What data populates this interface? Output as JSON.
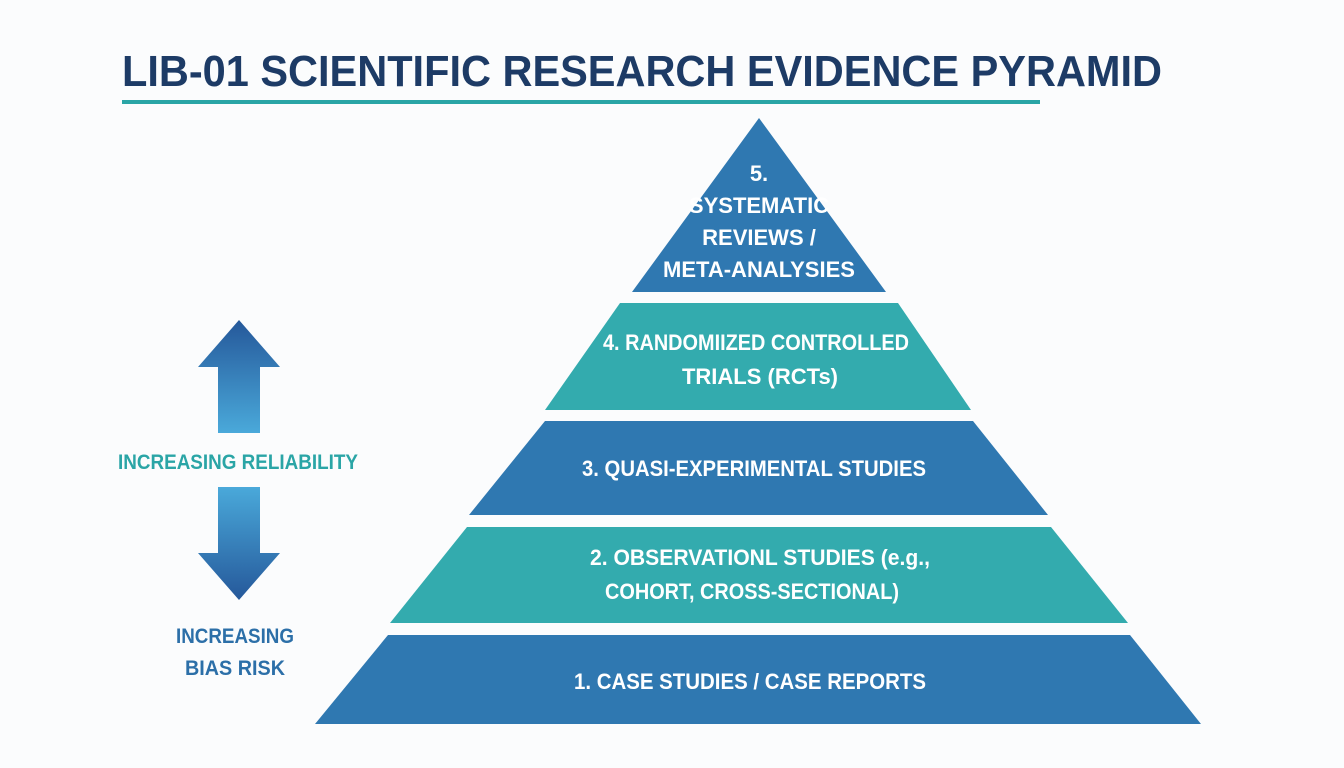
{
  "title": "LIB-01 SCIENTIFIC RESEARCH EVIDENCE PYRAMID",
  "colors": {
    "title": "#1d3b66",
    "teal": "#33abae",
    "blue": "#2f78b1",
    "underline": "#2aa5a6"
  },
  "pyramid": {
    "tiers": [
      {
        "lines": [
          "5.",
          "SYSTEMATIC",
          "REVIEWS /",
          "META-ANALYSIES"
        ],
        "color": "#2f78b1"
      },
      {
        "lines": [
          "4. RANDOMIIZED CONTROLLED",
          "TRIALS (RCTs)"
        ],
        "color": "#33abae"
      },
      {
        "lines": [
          "3. QUASI-EXPERIMENTAL STUDIES"
        ],
        "color": "#2f78b1"
      },
      {
        "lines": [
          "2. OBSERVATIONL STUDIES (e.g.,",
          "COHORT, CROSS-SECTIONAL)"
        ],
        "color": "#33abae"
      },
      {
        "lines": [
          "1. CASE STUDIES / CASE REPORTS"
        ],
        "color": "#2f78b1"
      }
    ]
  },
  "side": {
    "reliability_label": "INCREASING RELIABILITY",
    "bias_label_lines": [
      "INCREASING",
      "BIAS RISK"
    ],
    "up_arrow_icon": "arrow-up-icon",
    "down_arrow_icon": "arrow-down-icon"
  }
}
